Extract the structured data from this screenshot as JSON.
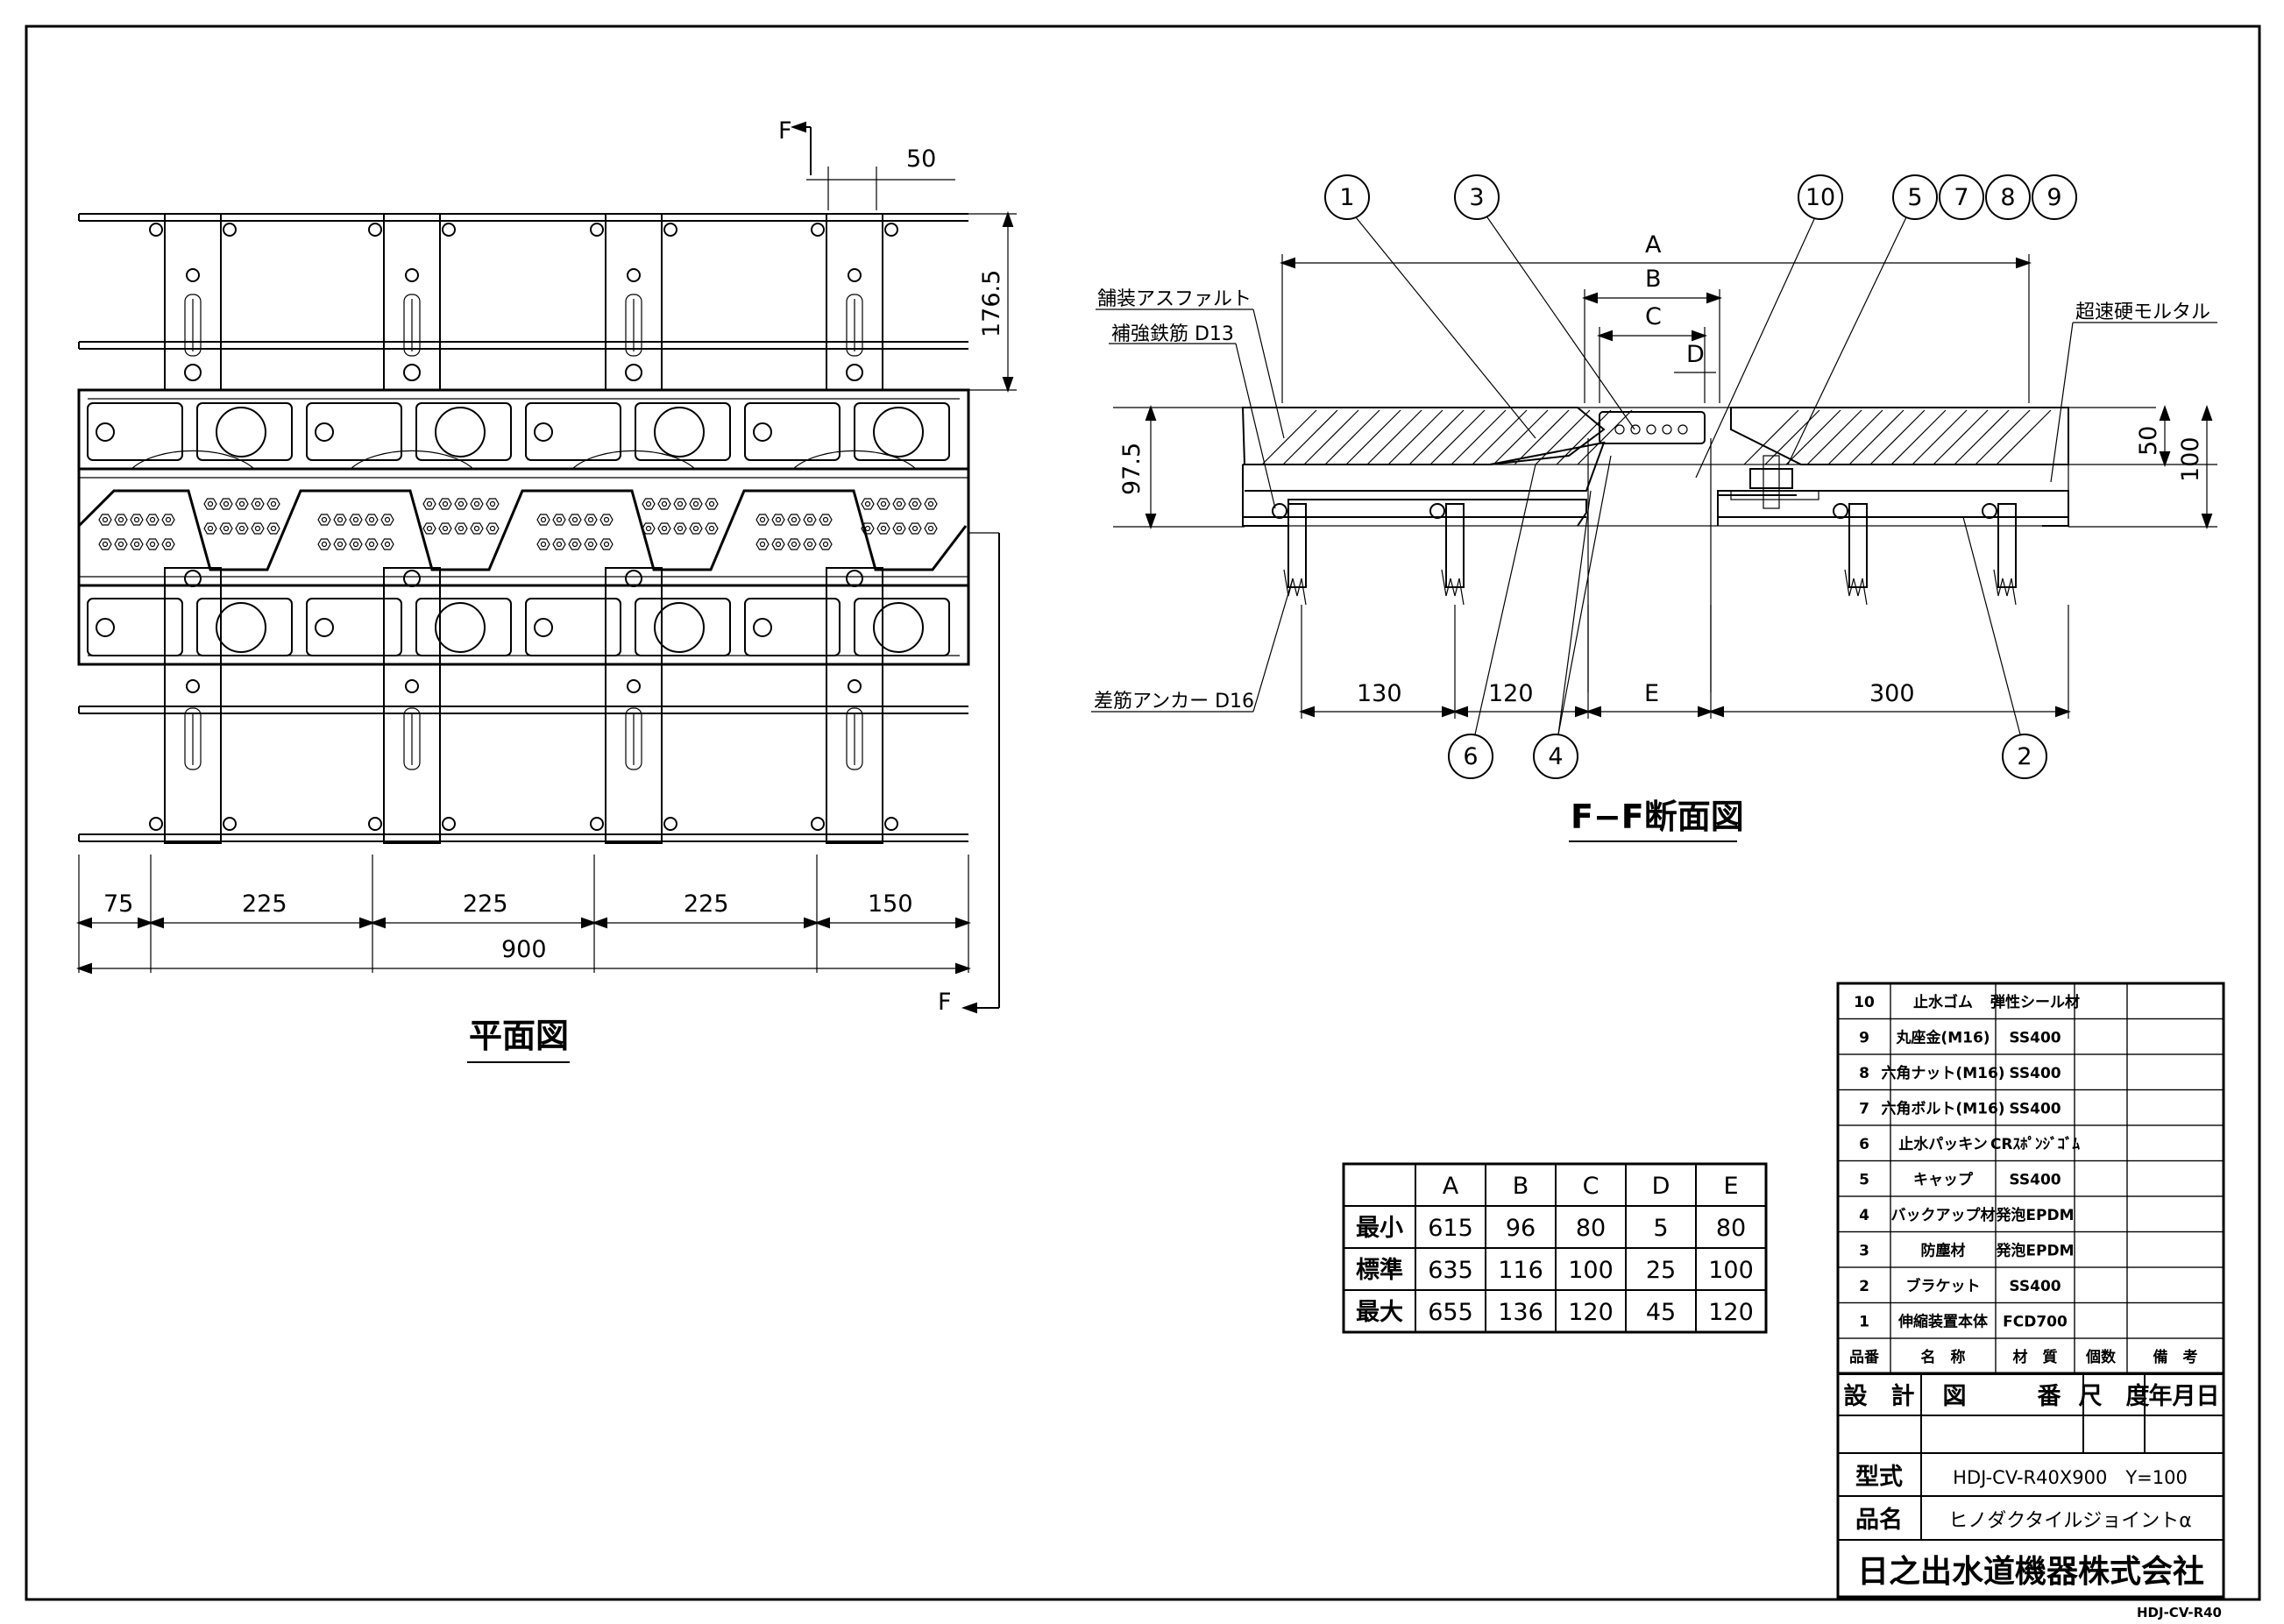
{
  "views": {
    "plan": {
      "title": "平面図",
      "section_mark": "F",
      "dims": {
        "d50": "50",
        "d176": "176.5",
        "d75": "75",
        "d225a": "225",
        "d225b": "225",
        "d225c": "225",
        "d150": "150",
        "d900": "900"
      }
    },
    "section": {
      "title": "F−F断面図",
      "labels": {
        "asphalt": "舗装アスファルト",
        "rebar": "補強鉄筋 D13",
        "mortar": "超速硬モルタル",
        "anchor": "差筋アンカー D16"
      },
      "dims": {
        "A": "A",
        "B": "B",
        "C": "C",
        "D": "D",
        "E": "E",
        "d97": "97.5",
        "d50": "50",
        "d100": "100",
        "d130": "130",
        "d120": "120",
        "d300": "300"
      },
      "bubbles": [
        "1",
        "3",
        "10",
        "5",
        "7",
        "8",
        "9",
        "6",
        "4",
        "2"
      ]
    }
  },
  "dim_table": {
    "headers": [
      "",
      "A",
      "B",
      "C",
      "D",
      "E"
    ],
    "rows": [
      [
        "最小",
        "615",
        "96",
        "80",
        "5",
        "80"
      ],
      [
        "標準",
        "635",
        "116",
        "100",
        "25",
        "100"
      ],
      [
        "最大",
        "655",
        "136",
        "120",
        "45",
        "120"
      ]
    ]
  },
  "parts_list": {
    "rows": [
      [
        "10",
        "止水ゴム",
        "弾性シール材",
        "",
        ""
      ],
      [
        "9",
        "丸座金(M16)",
        "SS400",
        "",
        ""
      ],
      [
        "8",
        "六角ナット(M16)",
        "SS400",
        "",
        ""
      ],
      [
        "7",
        "六角ボルト(M16)",
        "SS400",
        "",
        ""
      ],
      [
        "6",
        "止水パッキン",
        "CRｽﾎﾟﾝｼﾞｺﾞﾑ",
        "",
        ""
      ],
      [
        "5",
        "キャップ",
        "SS400",
        "",
        ""
      ],
      [
        "4",
        "バックアップ材",
        "発泡EPDM",
        "",
        ""
      ],
      [
        "3",
        "防塵材",
        "発泡EPDM",
        "",
        ""
      ],
      [
        "2",
        "ブラケット",
        "SS400",
        "",
        ""
      ],
      [
        "1",
        "伸縮装置本体",
        "FCD700",
        "",
        ""
      ]
    ],
    "header": [
      "品番",
      "名　称",
      "材　質",
      "個数",
      "備　考"
    ]
  },
  "title_block": {
    "design": "設　計",
    "drawing_no": "図　　　番",
    "scale": "尺　度",
    "date": "年月日",
    "model_label": "型式",
    "model": "HDJ-CV-R40X900　Y=100",
    "product_label": "品名",
    "product": "ヒノダクタイルジョイントα",
    "company": "日之出水道機器株式会社",
    "doc_code": "HDJ-CV-R40"
  }
}
